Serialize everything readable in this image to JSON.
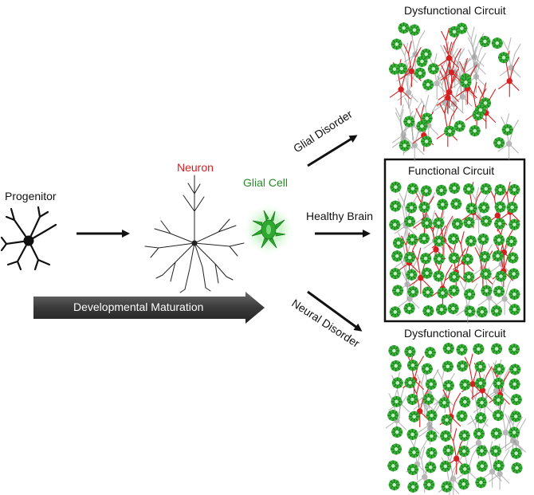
{
  "labels": {
    "progenitor": "Progenitor",
    "neuron": "Neuron",
    "glial_cell": "Glial Cell",
    "dev_maturation": "Developmental Maturation",
    "glial_disorder": "Glial Disorder",
    "healthy_brain": "Healthy Brain",
    "neural_disorder": "Neural Disorder",
    "top_circuit": "Dysfunctional Circuit",
    "middle_circuit": "Functional Circuit",
    "bottom_circuit": "Dysfunctional Circuit"
  },
  "colors": {
    "neuron_red": "#d42020",
    "neuron_grey": "#9a9a9a",
    "glia_green": "#2fa82f",
    "glia_green_light": "#9ce89c",
    "arrow_black": "#111111",
    "maturation_bar": "#3a3a3a"
  }
}
